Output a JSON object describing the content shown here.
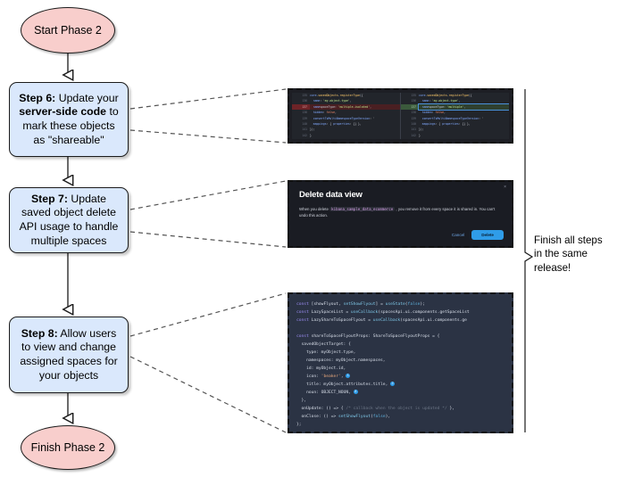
{
  "flowchart": {
    "start": {
      "label": "Start Phase 2"
    },
    "finish": {
      "label": "Finish Phase 2"
    },
    "steps": [
      {
        "id": "step6",
        "bold": "Step 6:",
        "text": " Update your ",
        "bold2": "server-side code",
        "text2": " to mark these objects as \"shareable\""
      },
      {
        "id": "step7",
        "bold": "Step 7:",
        "text": " Update saved object delete API usage to handle multiple spaces"
      },
      {
        "id": "step8",
        "bold": "Step 8:",
        "text": " Allow users to view and change assigned spaces for your objects"
      }
    ]
  },
  "bracket_note": "Finish all steps in the same release!",
  "colors": {
    "terminal_fill": "#f8cecc",
    "process_fill": "#dae8fc",
    "stroke": "#1b1b1b",
    "accent_blue": "#2f9ce8",
    "diff_delete": "#4a1f22",
    "diff_add": "#2f4030"
  },
  "diff_screenshot": {
    "left": [
      {
        "num": "135",
        "text": "core.savedObjects.registerType({",
        "type": "ctx"
      },
      {
        "num": "136",
        "text": "  name: 'my-object-type',",
        "type": "ctx"
      },
      {
        "num": "137",
        "text": "  namespaceType: 'multiple-isolated',",
        "type": "del"
      },
      {
        "num": "138",
        "text": "  hidden: false,",
        "type": "ctx"
      },
      {
        "num": "139",
        "text": "  convertToMultiNamespaceTypeVersion: '",
        "type": "ctx"
      },
      {
        "num": "140",
        "text": "  mappings: { properties: {} },",
        "type": "ctx"
      },
      {
        "num": "141",
        "text": "});",
        "type": "ctx"
      },
      {
        "num": "142",
        "text": "}",
        "type": "ctx"
      }
    ],
    "right": [
      {
        "num": "135",
        "text": "core.savedObjects.registerType({",
        "type": "ctx"
      },
      {
        "num": "136",
        "text": "  name: 'my-object-type',",
        "type": "ctx"
      },
      {
        "num": "137",
        "text": "  namespaceType: 'multiple',",
        "type": "add"
      },
      {
        "num": "138",
        "text": "  hidden: false,",
        "type": "ctx"
      },
      {
        "num": "139",
        "text": "  convertToMultiNamespaceTypeVersion: '",
        "type": "ctx"
      },
      {
        "num": "140",
        "text": "  mappings: { properties: {} },",
        "type": "ctx"
      },
      {
        "num": "141",
        "text": "});",
        "type": "ctx"
      },
      {
        "num": "142",
        "text": "}",
        "type": "ctx"
      }
    ]
  },
  "modal_screenshot": {
    "title": "Delete data view",
    "body_before": "When you delete ",
    "body_code": "kibana_sample_data_ecommerce",
    "body_after": " , you remove it from every space it is shared in. You can't undo this action.",
    "cancel_label": "Cancel",
    "delete_label": "Delete",
    "close_label": "×"
  },
  "code_screenshot": {
    "lines": [
      "const [showFlyout, setShowFlyout] = useState(false);",
      "const LazySpaceList = useCallback(spacesApi.ui.components.getSpaceList",
      "const LazyShareToSpaceFlyout = useCallback(spacesApi.ui.components.ge",
      "",
      "const shareToSpaceFlyoutProps: ShareToSpaceFlyoutProps = {",
      "  savedObjectTarget: {",
      "    type: myObject.type,",
      "    namespaces: myObject.namespaces,",
      "    id: myObject.id,",
      "    icon: 'beaker',",
      "    title: myObject.attributes.title,",
      "    noun: OBJECT_NOUN,",
      "  },",
      "  onUpdate: () => { /* callback when the object is updated */ },",
      "  onClose: () => setShowFlyout(false),",
      "};"
    ],
    "annotations": [
      "1",
      "2",
      "3"
    ]
  }
}
